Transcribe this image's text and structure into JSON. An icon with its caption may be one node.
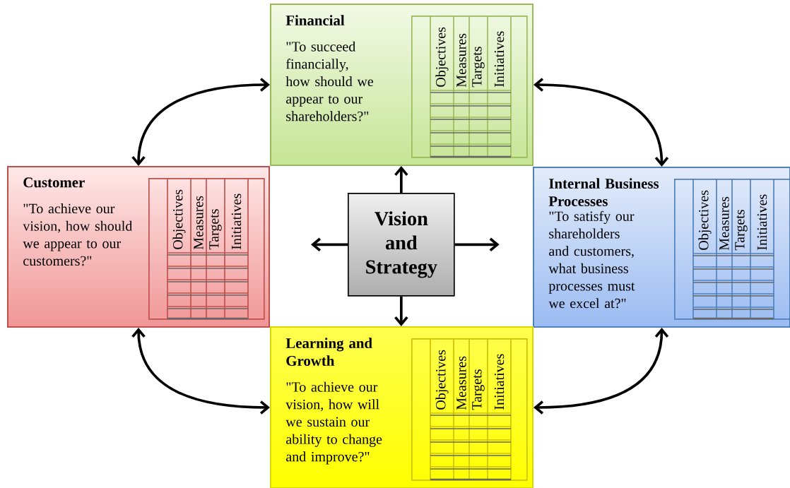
{
  "diagram": {
    "nodes": [
      {
        "text": [
          "Financial",
          "\"To succeed financially, how should we appear to our shareholders?\""
        ]
      },
      {
        "text": [
          "Objectives",
          "Measures",
          "Targets",
          "Initiatives"
        ],
        "in": 0
      },
      {
        "text": [
          "Customer",
          "\"To achieve our vision, how should we appear to our customers?\""
        ]
      },
      {
        "text": [
          "Objectives",
          "Measures",
          "Targets",
          "Initiatives"
        ],
        "in": 2
      },
      {
        "text": [
          "Vision and Strategy"
        ]
      },
      {
        "text": [
          "Internal Business Processes",
          "\"To satisfy our shareholders and customers, what business processes must we excel at?\""
        ]
      },
      {
        "text": [
          "Objectives",
          "Measures",
          "Targets",
          "Initiatives"
        ],
        "in": 5
      },
      {
        "text": [
          "Learning and Growth",
          "\"To achieve our vision, how will we sustain our ability to change and improve?\""
        ]
      },
      {
        "text": [
          "Objectives",
          "Measures",
          "Targets",
          "Initiatives"
        ],
        "in": 7
      }
    ],
    "edges": [
      {
        "from": 2,
        "to": 0,
        "arrow": "both"
      },
      {
        "from": 0,
        "to": 5,
        "arrow": "both"
      },
      {
        "from": 5,
        "to": 7,
        "arrow": "both"
      },
      {
        "from": 2,
        "to": 7,
        "arrow": "both"
      },
      {
        "from": 4,
        "to": 0,
        "arrow": "to"
      },
      {
        "from": 4,
        "to": null,
        "arrow": "to"
      },
      {
        "from": 4,
        "to": null,
        "arrow": "to"
      },
      {
        "from": 4,
        "to": 7,
        "arrow": "to"
      }
    ]
  }
}
